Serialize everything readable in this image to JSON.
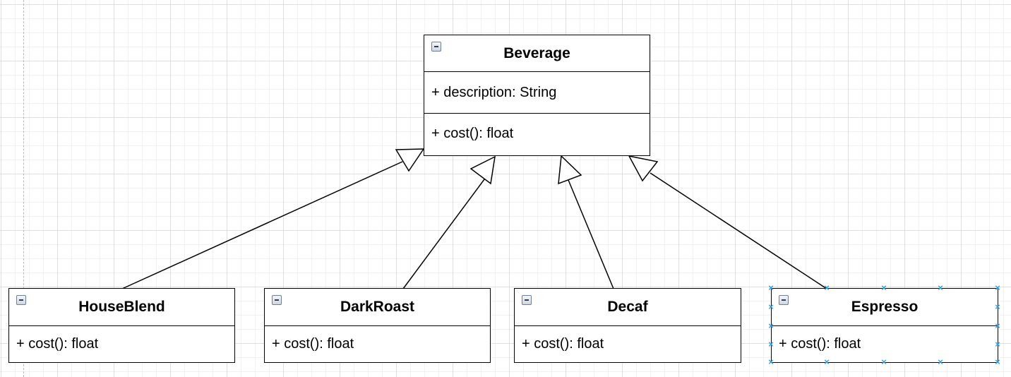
{
  "diagram": {
    "classes": [
      {
        "id": "beverage",
        "name": "Beverage",
        "attributes": [
          "+ description: String"
        ],
        "methods": [
          "+ cost(): float"
        ]
      },
      {
        "id": "houseblend",
        "name": "HouseBlend",
        "methods": [
          "+ cost(): float"
        ]
      },
      {
        "id": "darkroast",
        "name": "DarkRoast",
        "methods": [
          "+ cost(): float"
        ]
      },
      {
        "id": "decaf",
        "name": "Decaf",
        "methods": [
          "+ cost(): float"
        ]
      },
      {
        "id": "espresso",
        "name": "Espresso",
        "methods": [
          "+ cost(): float"
        ],
        "selected": true
      }
    ],
    "generalizations": [
      {
        "from": "houseblend",
        "to": "beverage"
      },
      {
        "from": "darkroast",
        "to": "beverage"
      },
      {
        "from": "decaf",
        "to": "beverage"
      },
      {
        "from": "espresso",
        "to": "beverage"
      }
    ],
    "colors": {
      "line": "#000000",
      "selection_handle": "#2a9ff2",
      "grid": "#dedede"
    },
    "icons": {
      "class_header": "collapse-icon",
      "selection_handle": "x-marker-icon"
    }
  }
}
